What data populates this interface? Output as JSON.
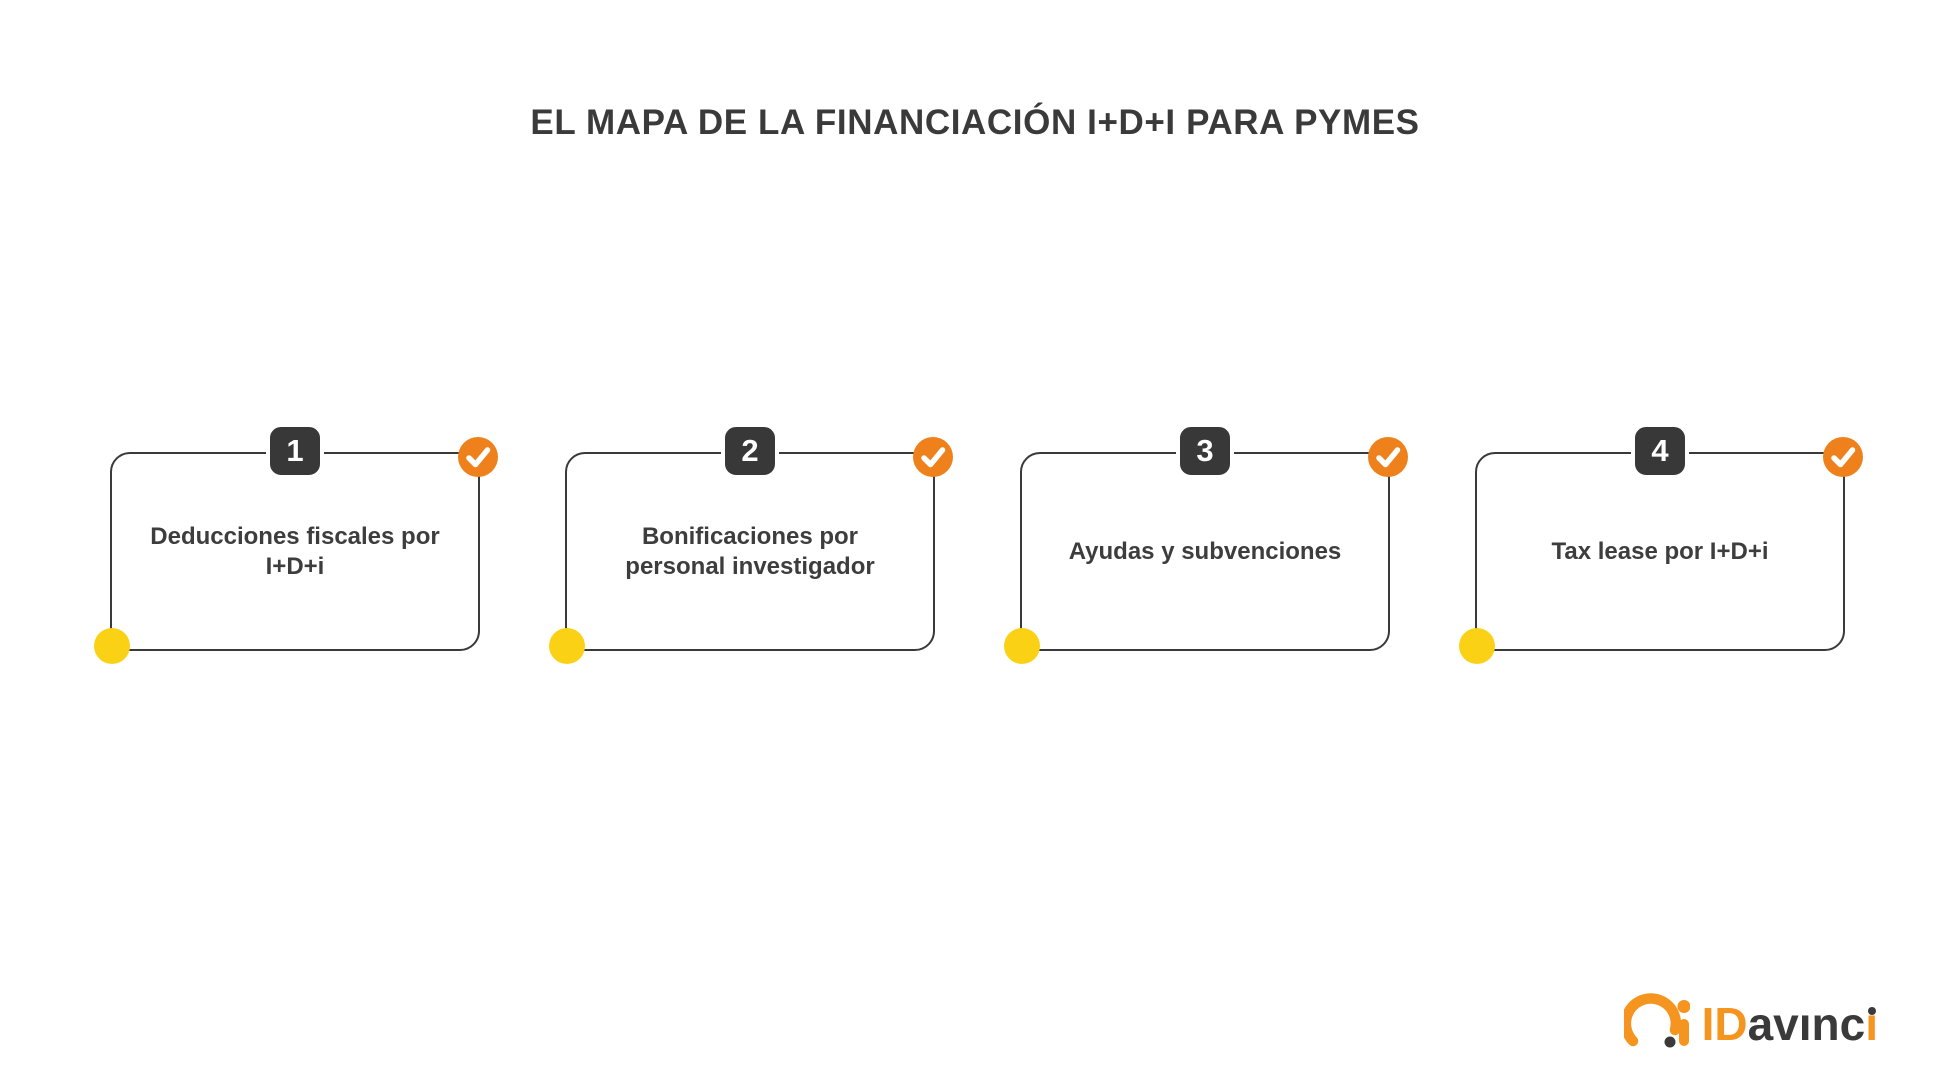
{
  "title": "EL MAPA DE LA FINANCIACIÓN I+D+I PARA PYMES",
  "cards": [
    {
      "number": "1",
      "label": "Deducciones fiscales por\nI+D+i"
    },
    {
      "number": "2",
      "label": "Bonificaciones por\npersonal investigador"
    },
    {
      "number": "3",
      "label": "Ayudas y subvenciones"
    },
    {
      "number": "4",
      "label": "Tax lease por I+D+i"
    }
  ],
  "icons": {
    "card_status": "check-circle-icon",
    "card_corner": "yellow-dot",
    "logo_mark": "gauge-arc-ai-icon"
  },
  "logo": {
    "prefix": "ID",
    "middle": "avınc",
    "last_stem": "ı",
    "full_name": "IDavinci"
  },
  "colors": {
    "orange": "#ee811c",
    "logo_orange": "#f5941f",
    "yellow": "#fbd116",
    "dark": "#3a3a3a",
    "background": "#ffffff"
  }
}
